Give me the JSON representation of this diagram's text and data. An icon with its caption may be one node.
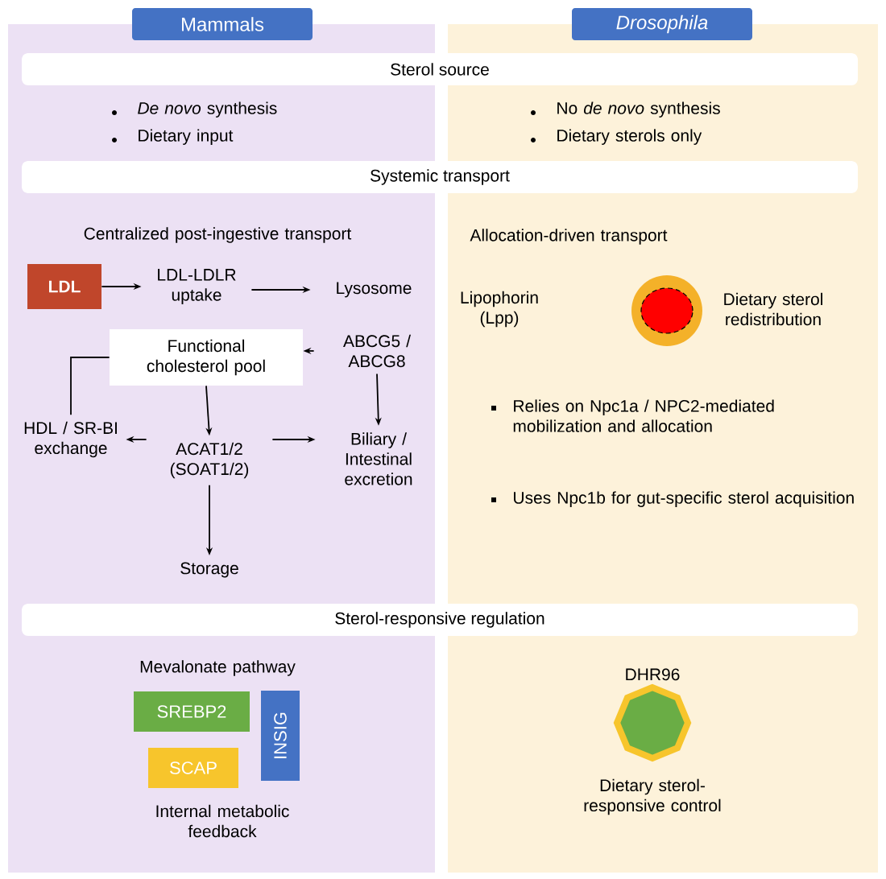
{
  "diagram": {
    "nodes": [
      {
        "text": [
          "Mammals"
        ]
      },
      {
        "text": [
          "Drosophila"
        ]
      },
      {
        "text": [
          "Sterol source"
        ]
      },
      {
        "text": [
          "Systemic transport"
        ]
      },
      {
        "text": [
          "Sterol-responsive regulation"
        ]
      },
      {
        "text": [
          "LDL"
        ]
      },
      {
        "text": [
          "LDL-LDLR uptake"
        ]
      },
      {
        "text": [
          "Lysosome"
        ]
      },
      {
        "text": [
          "Functional cholesterol pool"
        ]
      },
      {
        "text": [
          "ABCG5 / ABCG8"
        ]
      },
      {
        "text": [
          "HDL / SR-BI exchange"
        ]
      },
      {
        "text": [
          "ACAT1/2 (SOAT1/2)"
        ]
      },
      {
        "text": [
          "Biliary / Intestinal excretion"
        ]
      },
      {
        "text": [
          "Storage"
        ]
      },
      {
        "text": [
          "SREBP2"
        ]
      },
      {
        "text": [
          "SCAP"
        ]
      },
      {
        "text": [
          "INSIG"
        ]
      },
      {
        "text": [
          "DHR96"
        ],
        "beside": [
          "Dietary sterol-responsive control"
        ]
      }
    ],
    "edges": [
      {
        "from": 5,
        "to": 6,
        "arrow": "to"
      },
      {
        "from": 6,
        "to": 7,
        "arrow": "to"
      },
      {
        "from": 9,
        "to": 8,
        "arrow": "to"
      },
      {
        "from": 8,
        "to": 10,
        "arrow": "none"
      },
      {
        "from": 8,
        "to": 11,
        "arrow": "to"
      },
      {
        "from": 9,
        "to": 12,
        "arrow": "to"
      },
      {
        "from": 11,
        "to": 10,
        "arrow": "to"
      },
      {
        "from": 11,
        "to": 12,
        "arrow": "to"
      },
      {
        "from": 11,
        "to": 13,
        "arrow": "to"
      }
    ],
    "labels": [
      "*De novo* synthesis",
      "Dietary input",
      "No *de novo* synthesis",
      "Dietary sterols only",
      "Centralized post-ingestive transport",
      "Allocation-driven transport",
      "Lipophorin (Lpp)",
      "Dietary sterol redistribution",
      "Relies on Npc1a / NPC2-mediated mobilization and allocation",
      "Uses Npc1b for gut-specific sterol acquisition",
      "Mevalonate pathway",
      "Internal metabolic feedback"
    ]
  }
}
